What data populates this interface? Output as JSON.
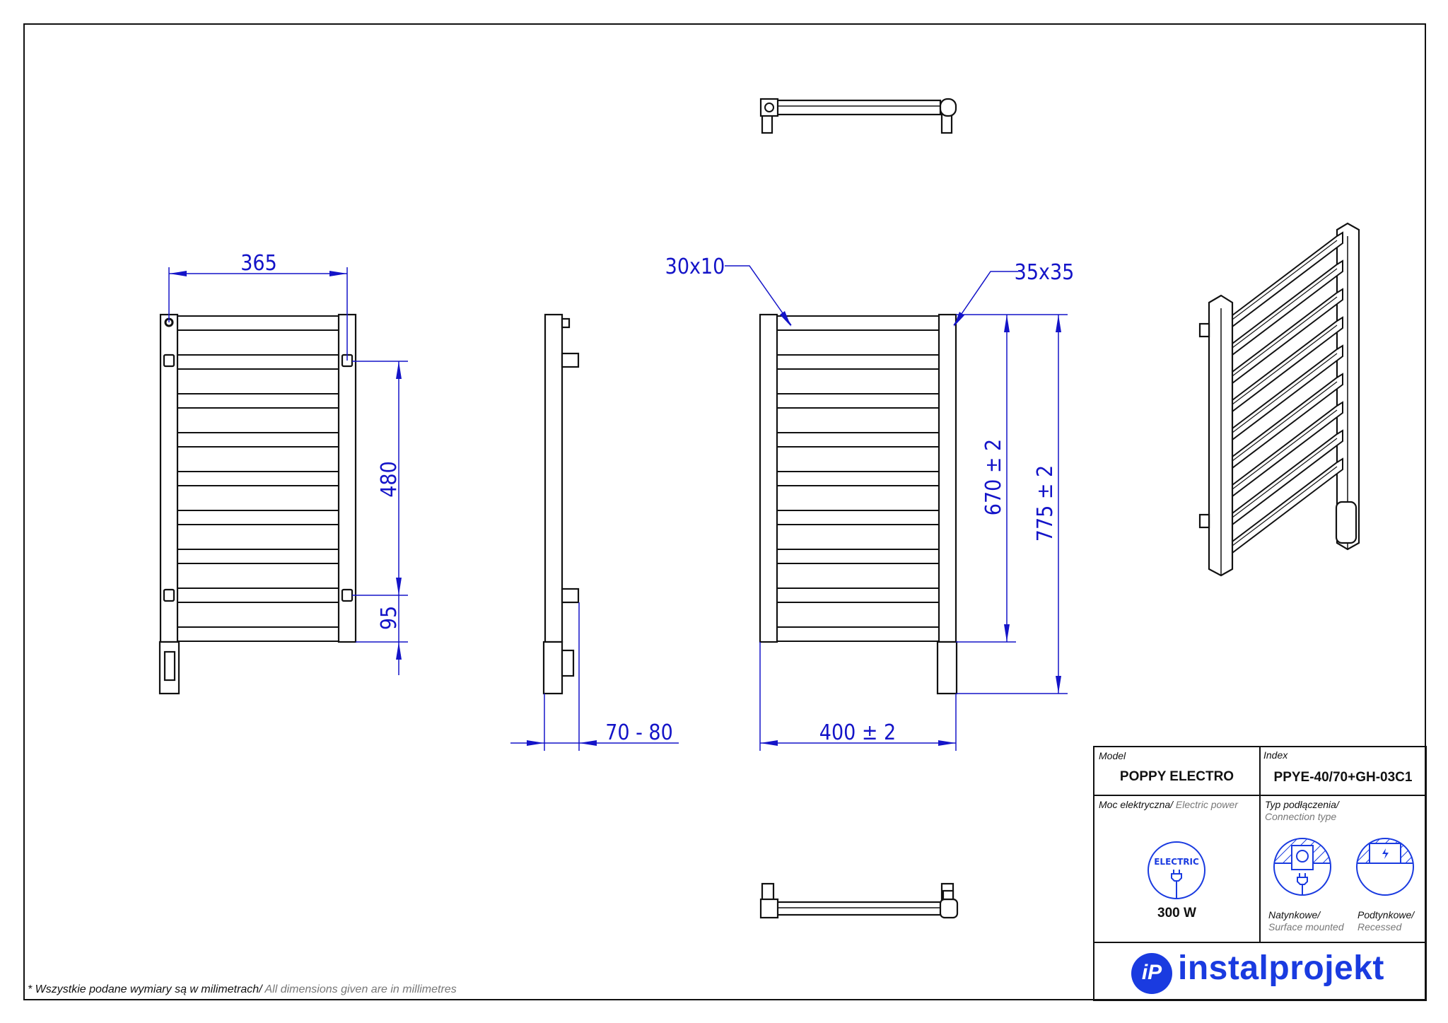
{
  "dimensions": {
    "width_axis": "365",
    "bracket_spacing": "480",
    "bottom_offset": "95",
    "wall_distance": "70 - 80",
    "overall_width": "400  ± 2",
    "height_collectors": "670  ± 2",
    "height_total": "775  ± 2",
    "bar_profile": "30x10",
    "collector_profile": "35x35"
  },
  "title_block": {
    "model_label": "Model",
    "model_value": "POPPY ELECTRO",
    "index_label": "Index",
    "index_value": "PPYE-40/70+GH-03C1",
    "power_label_pl": "Moc elektryczna/",
    "power_label_en": " Electric power",
    "power_icon_text": "ELECTRIC",
    "power_value": "300 W",
    "connection_label_pl": "Typ podłączenia/",
    "connection_label_en": "Connection type",
    "surface_pl": "Natynkowe/",
    "surface_en": "Surface mounted",
    "recessed_pl": "Podtynkowe/",
    "recessed_en": "Recessed",
    "logo_text": "instalprojekt",
    "brand_color": "#1a3be0"
  },
  "footnote_pl": "* Wszystkie podane wymiary są w milimetrach/",
  "footnote_en": " All dimensions given are in millimetres",
  "bars_count": 9
}
